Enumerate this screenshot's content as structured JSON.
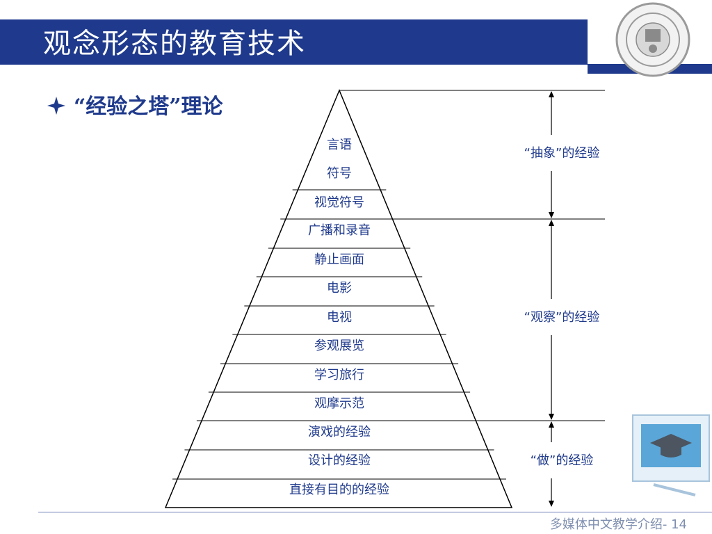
{
  "title": "观念形态的教育技术",
  "bullet": "“经验之塔”理论",
  "pyramid_levels": [
    "言语",
    "符号",
    "视觉符号",
    "广播和录音",
    "静止画面",
    "电影",
    "电视",
    "参观展览",
    "学习旅行",
    "观摩示范",
    "演戏的经验",
    "设计的经验",
    "直接有目的的经验"
  ],
  "groups": [
    "“抽象”的经验",
    "“观察”的经验",
    "“做”的经验"
  ],
  "footer": {
    "text": "多媒体中文教学介绍",
    "page": "- 14"
  },
  "colors": {
    "title_bar": "#1f3a8c",
    "text_blue": "#1f3a8c"
  }
}
